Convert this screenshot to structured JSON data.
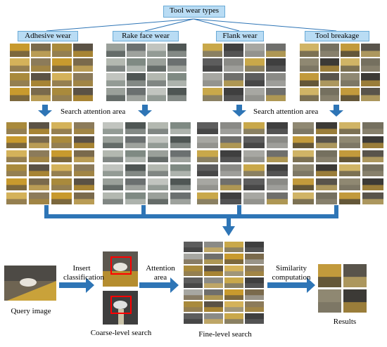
{
  "title": "Tool wear types",
  "categories": [
    "Adhesive wear",
    "Rake face wear",
    "Flank wear",
    "Tool breakage"
  ],
  "search_attention_label": "Search attention area",
  "query_label": "Query image",
  "insert_label": "Insert classification",
  "coarse_label": "Coarse-level search",
  "attention_area_label": "Attention area",
  "fine_label": "Fine-level search",
  "similarity_label": "Similarity computation",
  "results_label": "Results",
  "colors": {
    "arrow": "#2e75b6",
    "label_bg": "#b9dcf4",
    "highlight": "#ff0000"
  }
}
